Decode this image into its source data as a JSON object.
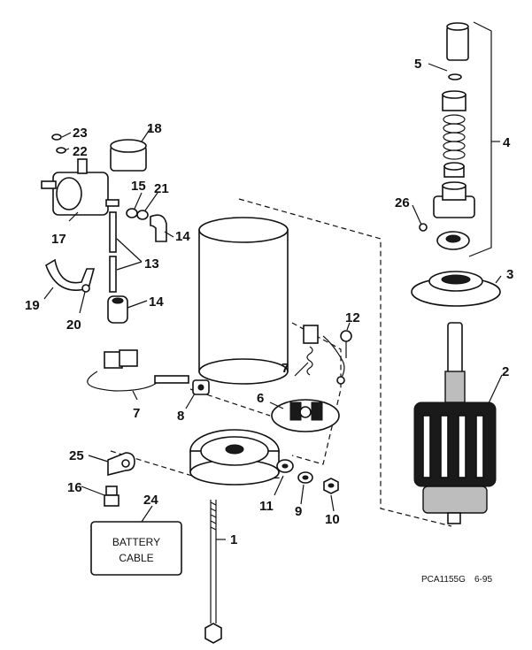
{
  "figure_code": "PCA1155G",
  "figure_date": "6-95",
  "battery_box": {
    "line1": "BATTERY",
    "line2": "CABLE"
  },
  "callouts": {
    "c1": "1",
    "c2": "2",
    "c3": "3",
    "c4": "4",
    "c5": "5",
    "c6": "6",
    "c7a": "7",
    "c7b": "7",
    "c8": "8",
    "c9": "9",
    "c10": "10",
    "c11": "11",
    "c12": "12",
    "c13": "13",
    "c14a": "14",
    "c14b": "14",
    "c15": "15",
    "c16": "16",
    "c17": "17",
    "c18": "18",
    "c19": "19",
    "c20": "20",
    "c21": "21",
    "c22": "22",
    "c23": "23",
    "c24": "24",
    "c25": "25",
    "c26": "26"
  }
}
